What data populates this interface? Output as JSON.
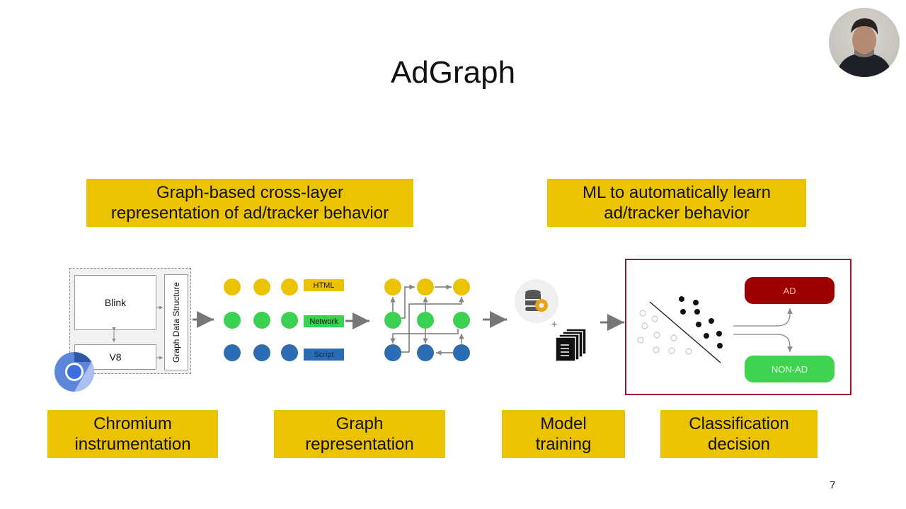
{
  "slide": {
    "title": "AdGraph",
    "page_number": "7"
  },
  "headers": {
    "left": [
      "Graph-based cross-layer",
      "representation of ad/tracker behavior"
    ],
    "right": [
      "ML to automatically learn",
      "ad/tracker behavior"
    ]
  },
  "stages": [
    {
      "lines": [
        "Chromium",
        "instrumentation"
      ]
    },
    {
      "lines": [
        "Graph",
        "representation"
      ]
    },
    {
      "lines": [
        "Model",
        "training"
      ]
    },
    {
      "lines": [
        "Classification",
        "decision"
      ]
    }
  ],
  "chromium_diagram": {
    "blink_label": "Blink",
    "v8_label": "V8",
    "graph_ds_label": "Graph Data Structure",
    "icon": "chromium-logo-icon"
  },
  "graph_layers": {
    "html_label": "HTML",
    "network_label": "Network",
    "script_label": "Script",
    "colors": {
      "html": "#ecc300",
      "network": "#3bd150",
      "script": "#2a6db3"
    }
  },
  "model_training": {
    "plus": "+",
    "icons": [
      "database-gear-icon",
      "documents-stack-icon"
    ]
  },
  "classification": {
    "ad_label": "AD",
    "non_ad_label": "NON-AD",
    "colors": {
      "ad": "#9e0000",
      "non_ad": "#3fd34f",
      "frame": "#a3122c"
    }
  },
  "presenter": {
    "icon": "presenter-video-icon"
  }
}
